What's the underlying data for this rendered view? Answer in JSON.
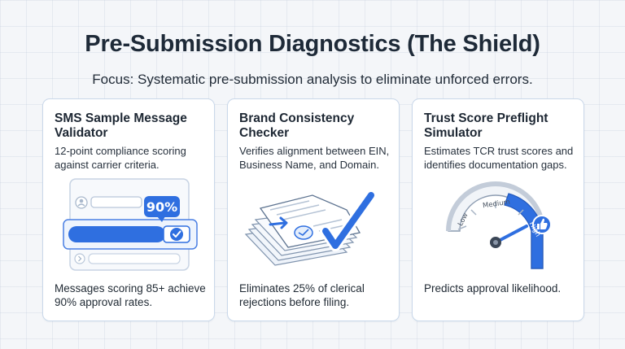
{
  "header": {
    "title": "Pre-Submission Diagnostics (The Shield)",
    "subtitle": "Focus: Systematic pre-submission analysis to eliminate unforced errors."
  },
  "cards": [
    {
      "title": "SMS Sample Message Validator",
      "description": "12-point compliance scoring against carrier criteria.",
      "illustration": {
        "icons": [
          "avatar-icon",
          "checkmark-icon",
          "chevron-right-icon"
        ],
        "badge": "90%",
        "progress": 0.9
      },
      "footer": "Messages scoring 85+ achieve 90% approval rates."
    },
    {
      "title": "Brand Consistency Checker",
      "description": "Verifies alignment between EIN, Business Name, and Domain.",
      "illustration": {
        "icons": [
          "document-stack-icon",
          "arrow-right-icon",
          "seal-icon",
          "checkmark-icon"
        ]
      },
      "footer": "Eliminates 25% of clerical rejections before filing."
    },
    {
      "title": "Trust Score Preflight Simulator",
      "description": "Estimates TCR trust scores and identifies documentation gaps.",
      "illustration": {
        "icons": [
          "gauge-icon",
          "thumbs-up-icon"
        ],
        "gauge_labels": [
          "Low",
          "Medium",
          "High"
        ],
        "needle_level": "High"
      },
      "footer": "Predicts approval likelihood."
    }
  ],
  "colors": {
    "accent": "#2f6fe0",
    "accent_light": "#e9f1fd",
    "card_border": "#c9d8ea",
    "text": "#1f2a37"
  }
}
